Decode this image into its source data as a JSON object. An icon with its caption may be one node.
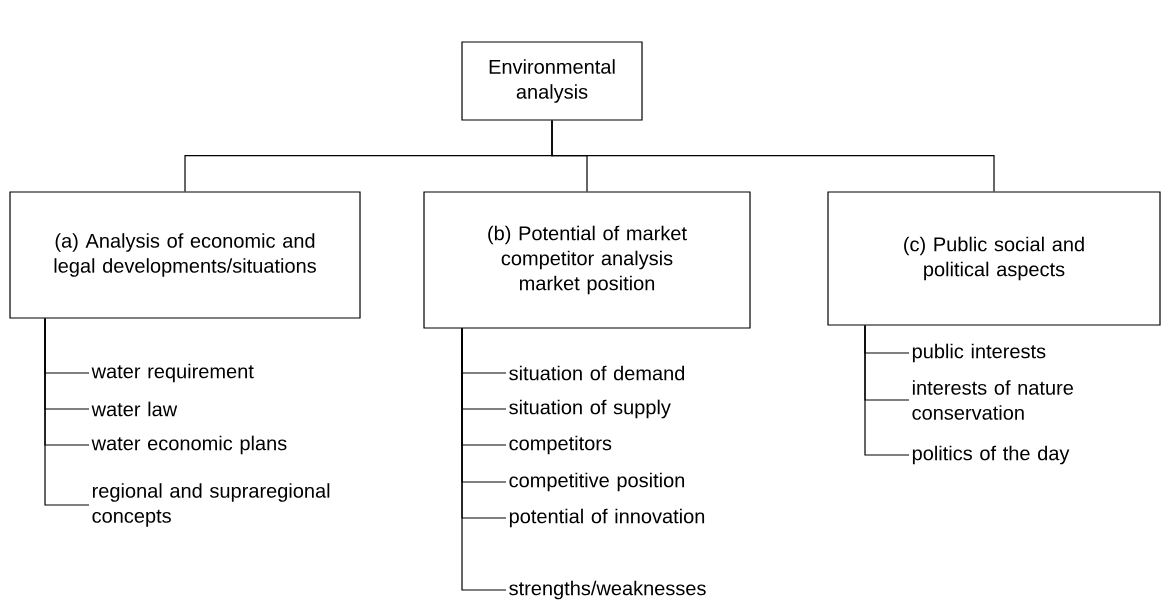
{
  "diagram": {
    "nodes": [
      {
        "text": [
          "Environmental analysis"
        ]
      },
      {
        "text": [
          "(a) Analysis of economic and legal developments/situations"
        ]
      },
      {
        "text": [
          "(b) Potential of market competitor analysis market position"
        ]
      },
      {
        "text": [
          "(c) Public social and political aspects"
        ]
      },
      {
        "text": [
          "water requirement"
        ]
      },
      {
        "text": [
          "water law"
        ]
      },
      {
        "text": [
          "water economic plans"
        ]
      },
      {
        "text": [
          "regional and supraregional concepts"
        ]
      },
      {
        "text": [
          "situation of demand"
        ]
      },
      {
        "text": [
          "situation of supply"
        ]
      },
      {
        "text": [
          "competitors"
        ]
      },
      {
        "text": [
          "competitive position"
        ]
      },
      {
        "text": [
          "potential of innovation"
        ]
      },
      {
        "text": [
          "strengths/weaknesses"
        ]
      },
      {
        "text": [
          "public interests"
        ]
      },
      {
        "text": [
          "interests of nature conservation"
        ]
      },
      {
        "text": [
          "politics of the day"
        ]
      }
    ],
    "edges": [
      {
        "from": 0,
        "to": 1,
        "arrow": "none"
      },
      {
        "from": 0,
        "to": 2,
        "arrow": "none"
      },
      {
        "from": 0,
        "to": 3,
        "arrow": "none"
      },
      {
        "from": 1,
        "to": 4,
        "arrow": "none"
      },
      {
        "from": 1,
        "to": 5,
        "arrow": "none"
      },
      {
        "from": 1,
        "to": 6,
        "arrow": "none"
      },
      {
        "from": 1,
        "to": 7,
        "arrow": "none"
      },
      {
        "from": 2,
        "to": 8,
        "arrow": "none"
      },
      {
        "from": 2,
        "to": 9,
        "arrow": "none"
      },
      {
        "from": 2,
        "to": 10,
        "arrow": "none"
      },
      {
        "from": 2,
        "to": 11,
        "arrow": "none"
      },
      {
        "from": 2,
        "to": 12,
        "arrow": "none"
      },
      {
        "from": 2,
        "to": 13,
        "arrow": "none"
      },
      {
        "from": 3,
        "to": 14,
        "arrow": "none"
      },
      {
        "from": 3,
        "to": 15,
        "arrow": "none"
      },
      {
        "from": 3,
        "to": 16,
        "arrow": "none"
      }
    ]
  }
}
